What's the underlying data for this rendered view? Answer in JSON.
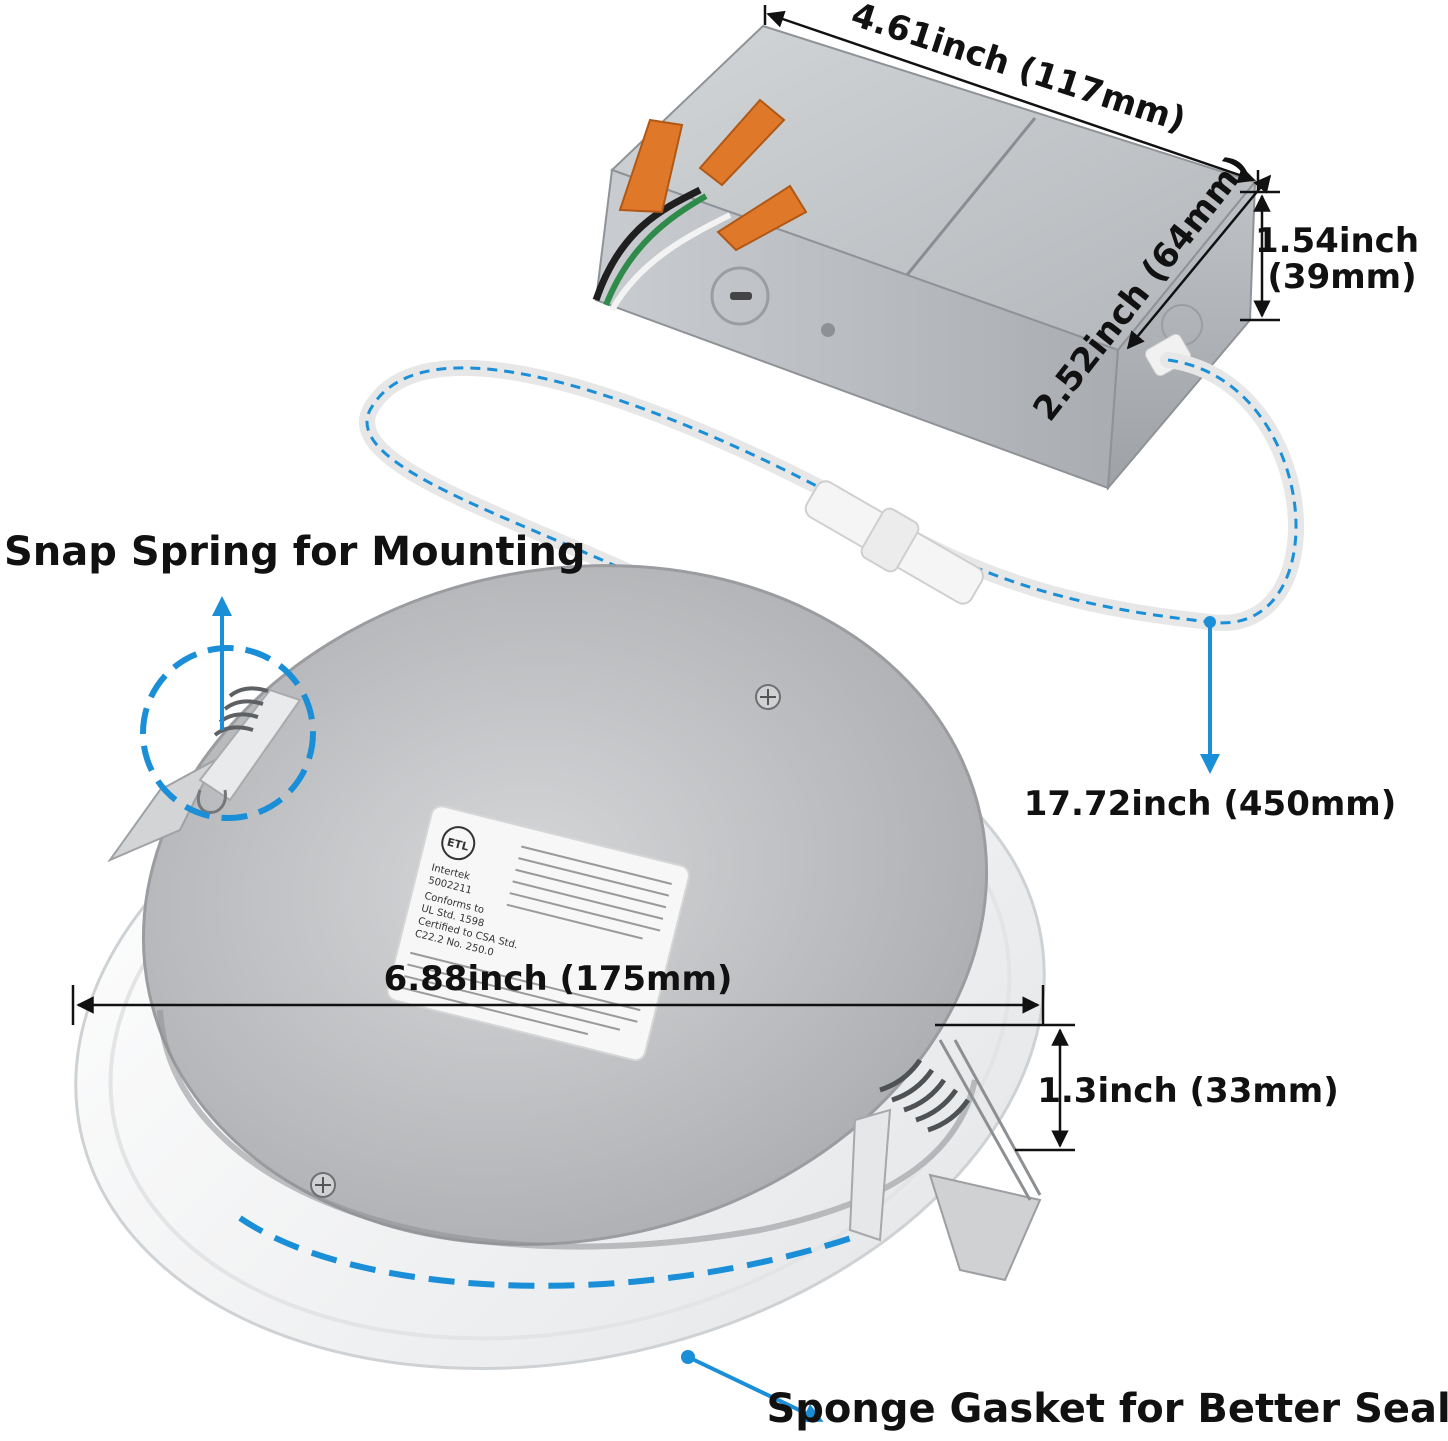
{
  "labels": {
    "box_width": "4.61inch (117mm)",
    "box_height_in": "1.54inch",
    "box_height_mm": "(39mm)",
    "box_depth": "2.52inch (64mm)",
    "cable_length": "17.72inch (450mm)",
    "snap_spring": "Snap Spring for Mounting",
    "panel_diameter": "6.88inch (175mm)",
    "panel_height": "1.3inch (33mm)",
    "sponge_gasket": "Sponge Gasket for Better Sealing"
  },
  "product_label": {
    "brand": "Intertek",
    "cert_number": "5002211",
    "conformity": "Conforms to",
    "standard_1": "UL Std. 1598",
    "standard_2": "Certified to CSA Std.",
    "standard_3": "C22.2 No. 250.0"
  },
  "colors": {
    "accent_blue": "#1a8fd8",
    "dimension_line": "#111111",
    "wire_nut_orange": "#e0782a",
    "junction_box": "#b9bdc1",
    "panel_back": "#c4c5c7",
    "panel_trim": "#f4f5f6"
  }
}
